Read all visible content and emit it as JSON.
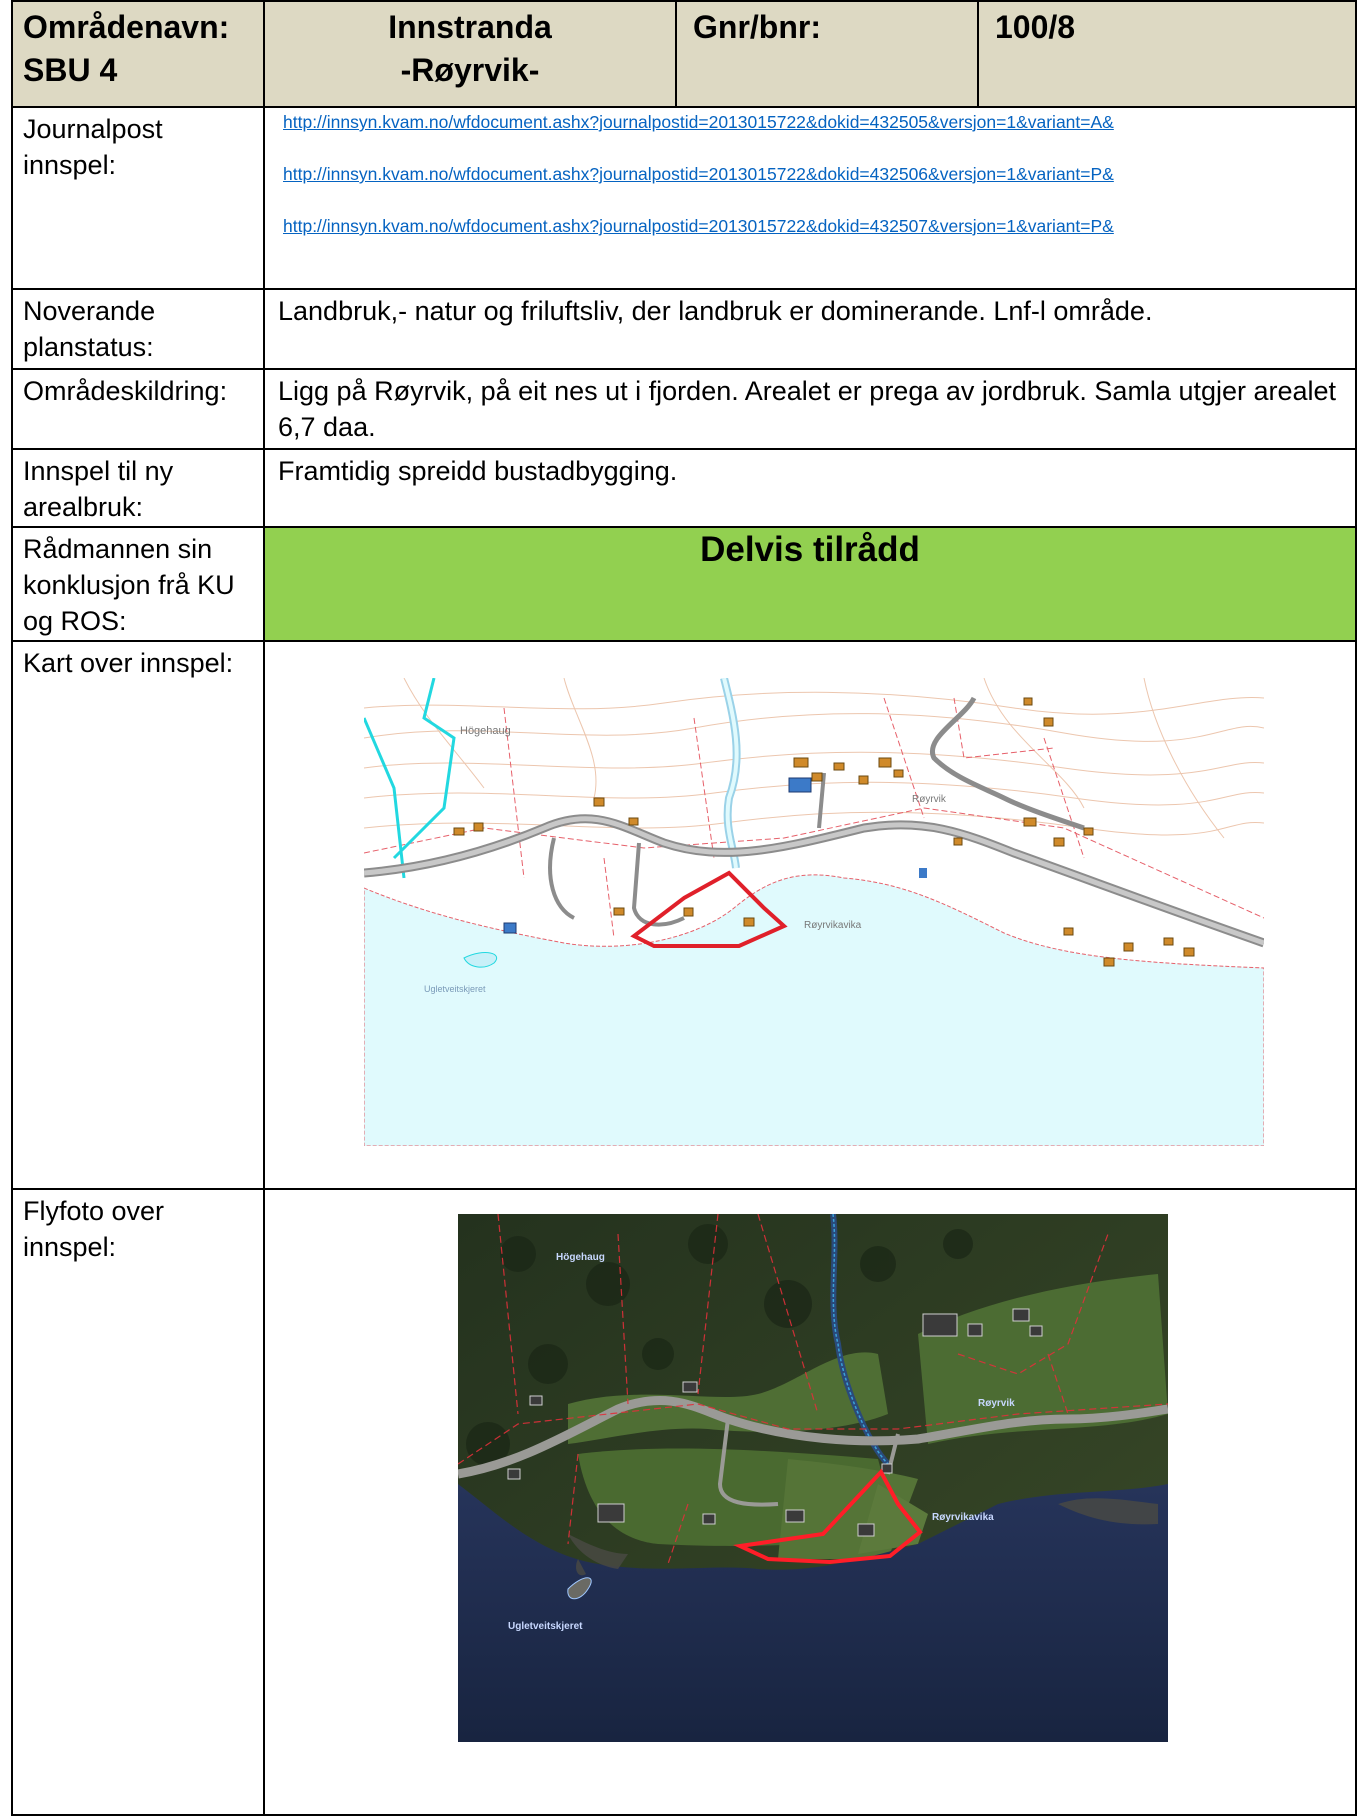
{
  "header": {
    "area_label_1": "Områdenavn:",
    "area_label_2": "SBU 4",
    "area_name_1": "Innstranda",
    "area_name_2": "-Røyrvik-",
    "gnr_label": "Gnr/bnr:",
    "gnr_value": "100/8"
  },
  "rows": {
    "journal": {
      "label": "Journalpost innspel:",
      "links": [
        "http://innsyn.kvam.no/wfdocument.ashx?journalpostid=2013015722&dokid=432505&versjon=1&variant=A&",
        "http://innsyn.kvam.no/wfdocument.ashx?journalpostid=2013015722&dokid=432506&versjon=1&variant=P&",
        "http://innsyn.kvam.no/wfdocument.ashx?journalpostid=2013015722&dokid=432507&versjon=1&variant=P&"
      ]
    },
    "planstatus": {
      "label": "Noverande planstatus:",
      "value": "Landbruk,- natur og friluftsliv, der landbruk er dominerande.  Lnf-l område."
    },
    "description": {
      "label": "Områdeskildring:",
      "value": "Ligg på Røyrvik, på eit nes ut i fjorden.  Arealet er prega av jordbruk.  Samla utgjer arealet  6,7 daa."
    },
    "proposal": {
      "label": "Innspel til ny arealbruk:",
      "value": "Framtidig spreidd bustadbygging."
    },
    "conclusion": {
      "label": "Rådmannen sin konklusjon frå KU og ROS:",
      "value": "Delvis tilrådd"
    },
    "map": {
      "label": "Kart over innspel:",
      "place_names": [
        "Högehaug",
        "Røyrvik",
        "Røyrvikavika",
        "Ugletveitskjeret"
      ]
    },
    "aerial": {
      "label": "Flyfoto over innspel:",
      "place_names": [
        "Högehaug",
        "Røyrvik",
        "Røyrvikavika",
        "Ugletveitskjeret"
      ]
    }
  },
  "colors": {
    "header_bg": "#ddd9c3",
    "conclusion_bg": "#92d050",
    "link": "#0563c1",
    "plot_outline": "#e0202a",
    "sea_map": "#e0fafd",
    "sea_photo": "#1e2c48"
  }
}
